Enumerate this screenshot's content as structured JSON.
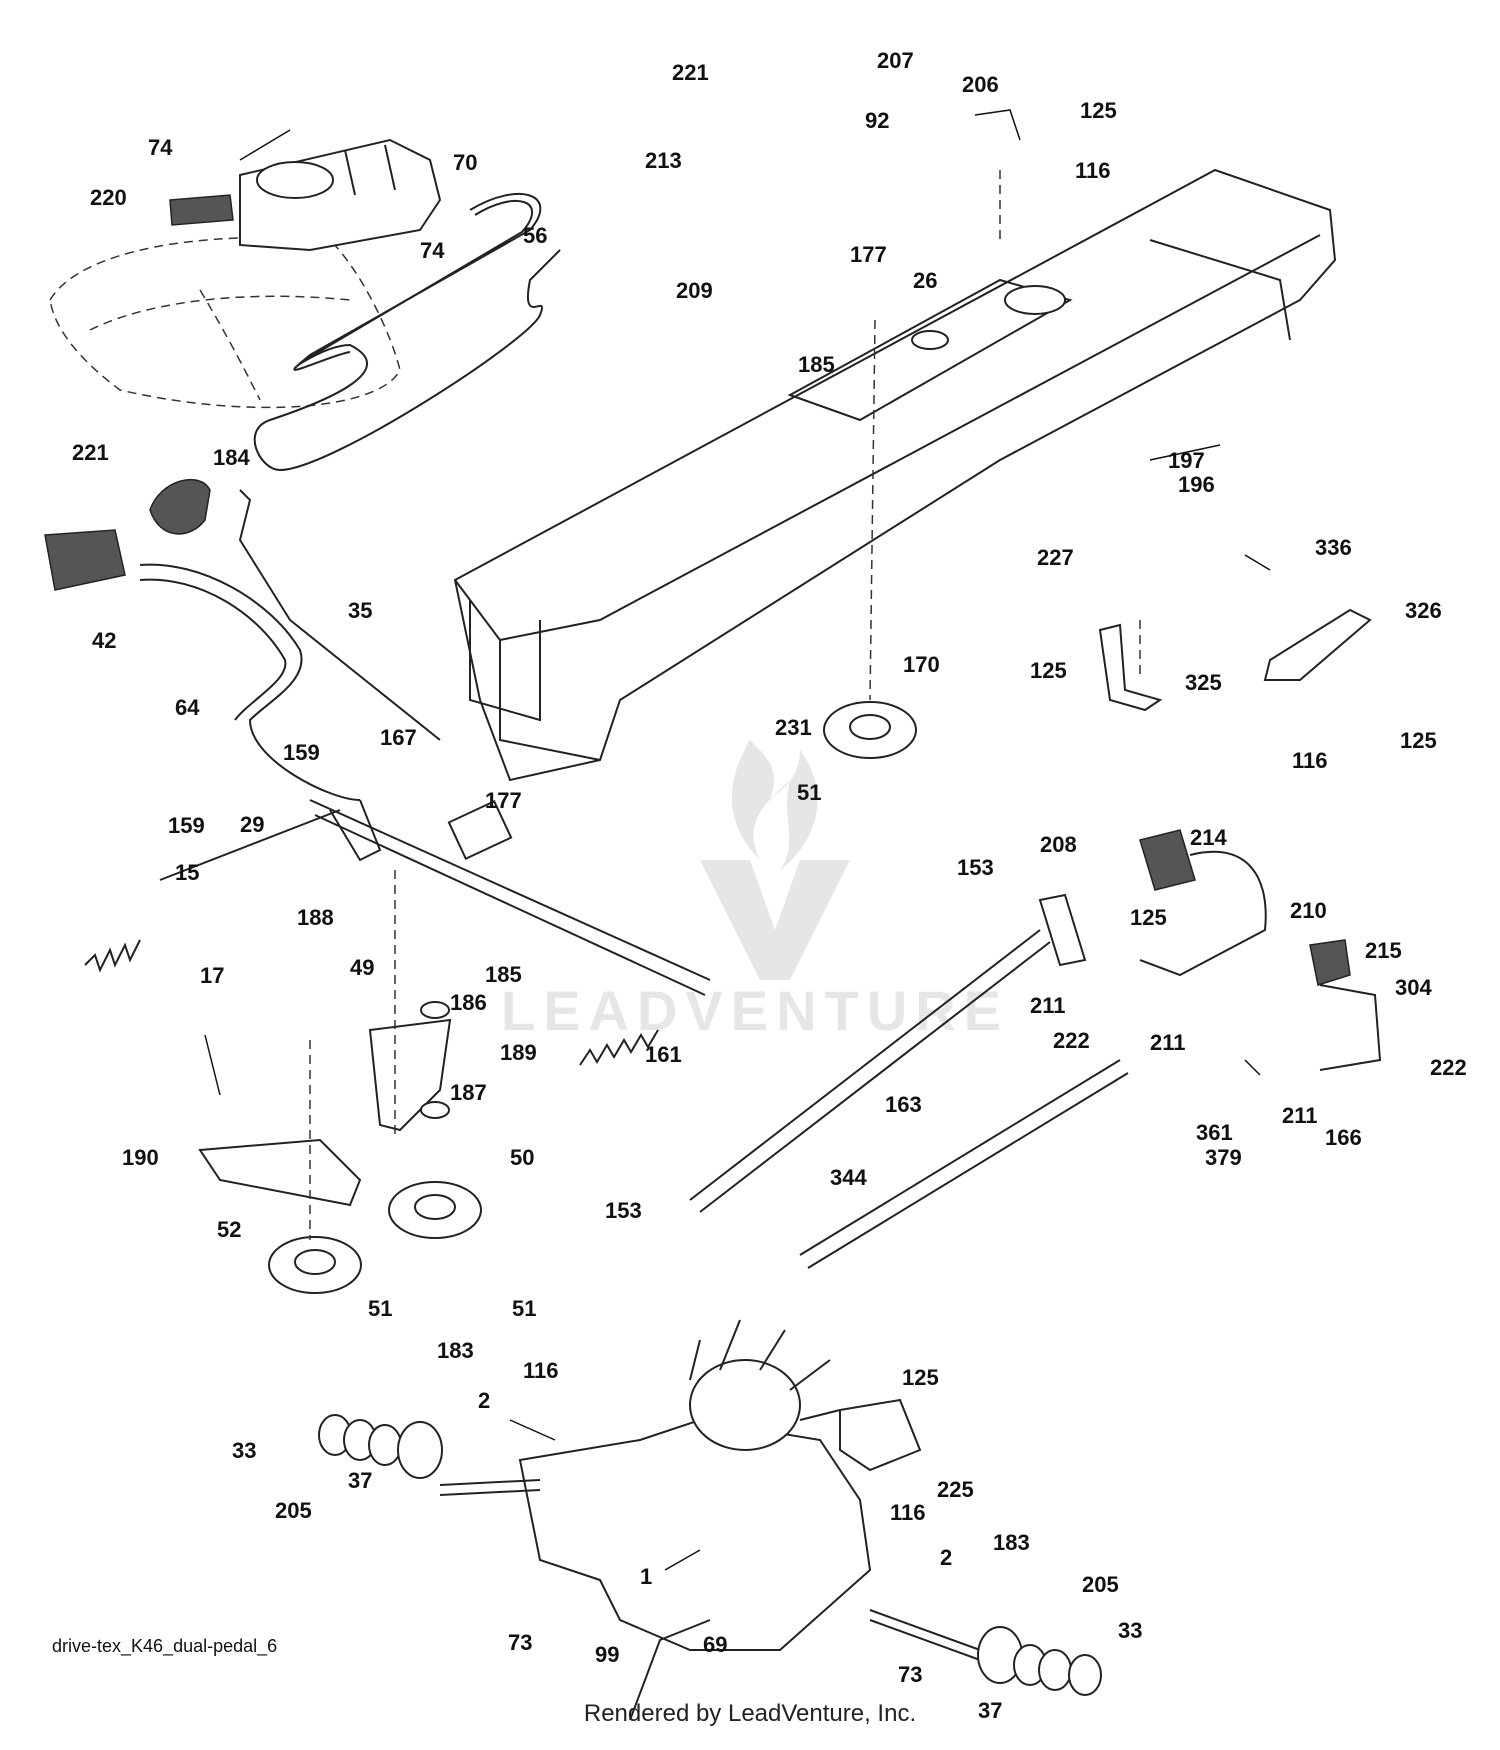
{
  "diagram": {
    "file_id": "drive-tex_K46_dual-pedal_6",
    "rendered_by": "Rendered by LeadVenture, Inc.",
    "watermark_text": "LEADVENTURE",
    "labels": [
      "221",
      "74",
      "213",
      "207",
      "92",
      "206",
      "125",
      "70",
      "220",
      "116",
      "74",
      "56",
      "177",
      "26",
      "209",
      "185",
      "197",
      "196",
      "221",
      "184",
      "42",
      "35",
      "227",
      "336",
      "326",
      "125",
      "325",
      "125",
      "116",
      "170",
      "231",
      "51",
      "64",
      "167",
      "159",
      "177",
      "29",
      "159",
      "15",
      "188",
      "208",
      "214",
      "153",
      "125",
      "210",
      "215",
      "304",
      "211",
      "222",
      "211",
      "17",
      "49",
      "185",
      "186",
      "189",
      "187",
      "161",
      "163",
      "361",
      "211",
      "222",
      "379",
      "166",
      "190",
      "50",
      "344",
      "153",
      "52",
      "51",
      "51",
      "183",
      "116",
      "2",
      "125",
      "33",
      "205",
      "37",
      "225",
      "116",
      "1",
      "2",
      "183",
      "205",
      "33",
      "73",
      "99",
      "69",
      "73",
      "37"
    ]
  }
}
